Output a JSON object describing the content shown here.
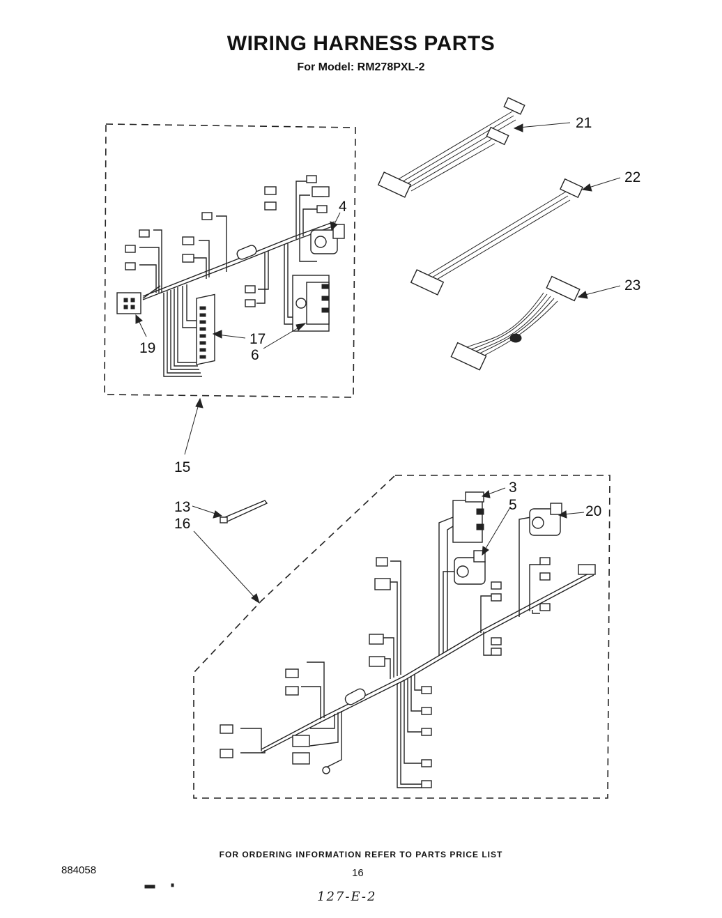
{
  "header": {
    "title": "WIRING HARNESS PARTS",
    "subtitle": "For Model: RM278PXL-2"
  },
  "callouts": {
    "c21": "21",
    "c22": "22",
    "c23": "23",
    "c4": "4",
    "c17": "17",
    "c6": "6",
    "c19": "19",
    "c15": "15",
    "c13": "13",
    "c16": "16",
    "c3": "3",
    "c5": "5",
    "c20": "20"
  },
  "footer": {
    "ordering_note": "FOR ORDERING INFORMATION REFER TO PARTS PRICE LIST",
    "doc_number": "884058",
    "page_number": "16",
    "handwritten_note": "127-E-2"
  }
}
